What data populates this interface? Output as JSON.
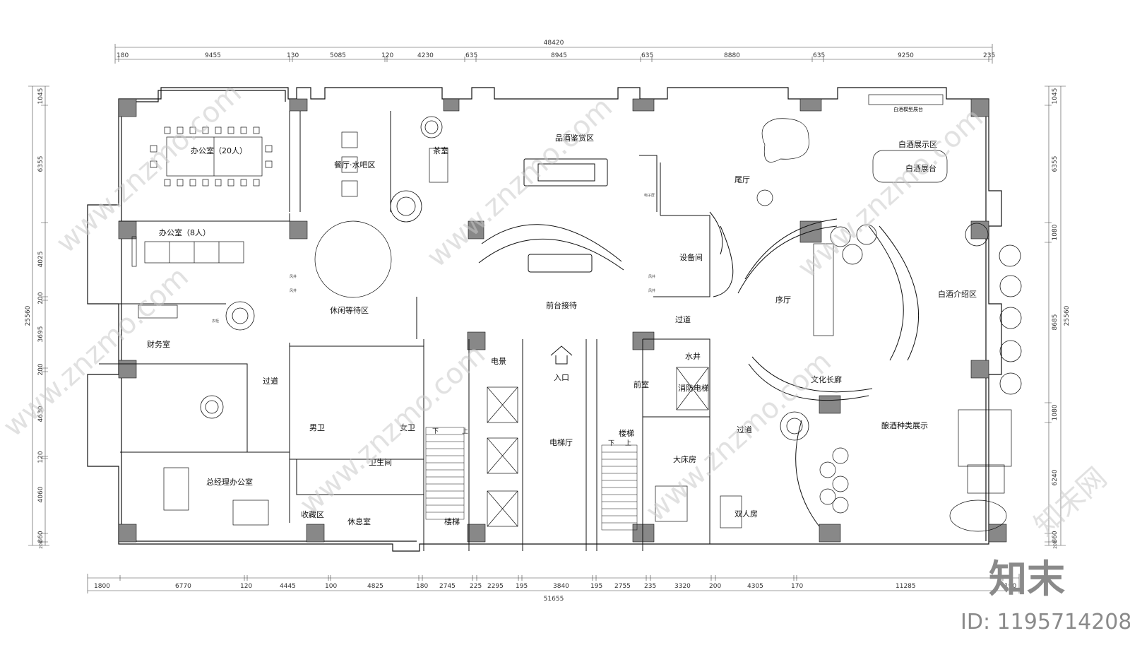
{
  "dimensions": {
    "top_total": "48420",
    "top_segments": [
      "180",
      "9455",
      "130",
      "5085",
      "120",
      "4230",
      "635",
      "8945",
      "635",
      "8880",
      "635",
      "9250",
      "235"
    ],
    "bottom_total": "51655",
    "bottom_segments": [
      "1800",
      "6770",
      "120",
      "4445",
      "100",
      "4825",
      "180",
      "2745",
      "225",
      "2295",
      "195",
      "3840",
      "195",
      "2755",
      "235",
      "3320",
      "200",
      "4305",
      "170",
      "11285",
      "190"
    ],
    "left_total": "25560",
    "left_segments": [
      "1045",
      "6355",
      "4025",
      "200",
      "3695",
      "200",
      "4630",
      "120",
      "4060",
      "860",
      "205"
    ],
    "right_total": "25560",
    "right_segments": [
      "1045",
      "6355",
      "1080",
      "8685",
      "1080",
      "6240",
      "860",
      "205"
    ]
  },
  "rooms": {
    "office20": "办公室（20人）",
    "dining": "餐厅·水吧区",
    "tea": "茶室",
    "tasting": "品酒鉴赏区",
    "tail_hall": "尾厅",
    "baijiu_show": "白酒展示区",
    "baijiu_stage": "白酒展台",
    "baijiu_model": "白酒模型展台",
    "office8": "办公室（8人）",
    "lounge": "休闲等待区",
    "reception": "前台接待",
    "equipment": "设备间",
    "foyer": "序厅",
    "baijiu_intro": "白酒介绍区",
    "finance": "财务室",
    "corridor_a": "过道",
    "corridor_b": "过道",
    "corridor_c": "过道",
    "culture": "文化长廊",
    "mens": "男卫",
    "womens": "女卫",
    "electric": "电景",
    "entrance": "入口",
    "front_room": "前室",
    "water_well": "水井",
    "fire_elevator": "消防电梯",
    "elevator_hall": "电梯厅",
    "wine_types": "酿酒种类展示",
    "restroom": "卫生间",
    "gm_office": "总经理办公室",
    "collection": "收藏区",
    "rest_room": "休息室",
    "stair_a": "楼梯",
    "stair_b": "楼梯",
    "king_room": "大床房",
    "twin_room": "双人房",
    "down_a": "下",
    "up_a": "上",
    "down_b": "下",
    "up_b": "上",
    "tag_equip": "电子屏",
    "tag_well": "风井",
    "tag_well2": "风井",
    "tag_well3": "风井",
    "tag_well4": "风井",
    "tag_wardrobe": "衣柜"
  },
  "watermark": {
    "site": "www.znzmo.com",
    "site_cn": "知末网"
  },
  "brand": {
    "logo": "知末",
    "id_label": "ID: 1195714208"
  }
}
